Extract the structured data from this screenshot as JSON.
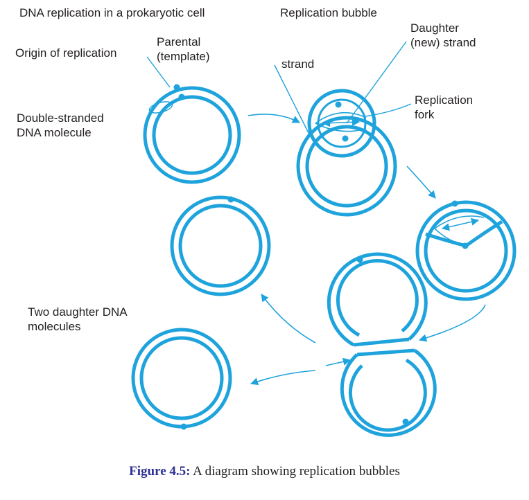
{
  "colors": {
    "dna": "#1fa3dc",
    "text": "#231f20",
    "figure_number": "#2e3192"
  },
  "labels": {
    "title_left": "DNA replication in a prokaryotic cell",
    "title_right": "Replication bubble",
    "origin": "Origin of replication",
    "parental_line1": "Parental",
    "parental_line2": "(template)",
    "strand": "strand",
    "daughter_line1": "Daughter",
    "daughter_line2": "(new) strand",
    "fork_line1": "Replication",
    "fork_line2": "fork",
    "double_line1": "Double-stranded",
    "double_line2": "DNA molecule",
    "two_line1": "Two daughter DNA",
    "two_line2": "molecules"
  },
  "caption": {
    "number": "Figure 4.5:",
    "text": " A diagram showing replication bubbles"
  }
}
